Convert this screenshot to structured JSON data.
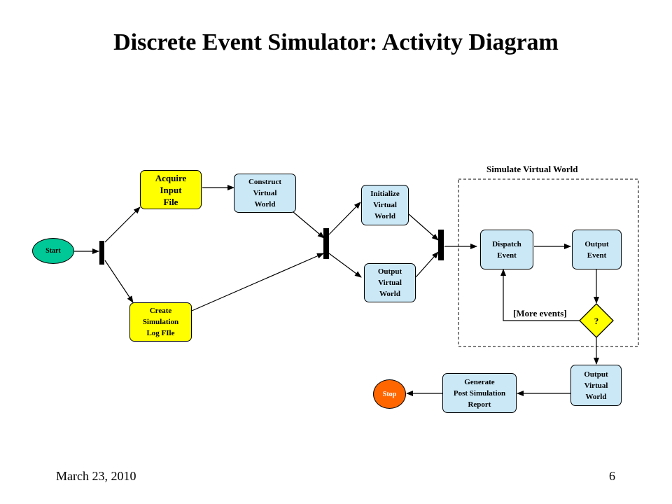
{
  "title": "Discrete Event Simulator:  Activity Diagram",
  "nodes": {
    "start": "Start",
    "acquire": "Acquire\nInput\nFile",
    "create_log": "Create\nSimulation\nLog FIle",
    "construct": "Construct\nVirtual\nWorld",
    "initialize": "Initialize\nVirtual\nWorld",
    "output_world_1": "Output\nVirtual\nWorld",
    "dispatch": "Dispatch\nEvent",
    "output_event": "Output\nEvent",
    "decision": "?",
    "output_world_2": "Output\nVirtual\nWorld",
    "generate_report": "Generate\nPost Simulation\nReport",
    "stop": "Stop"
  },
  "group_label": "Simulate Virtual World",
  "guard_label": "[More events]",
  "footer": {
    "date": "March 23, 2010",
    "page": "6"
  },
  "colors": {
    "activity_fill": "#cbe8f7",
    "highlight_fill": "#ffff00",
    "start_fill": "#00c896",
    "stop_fill": "#ff6600"
  }
}
